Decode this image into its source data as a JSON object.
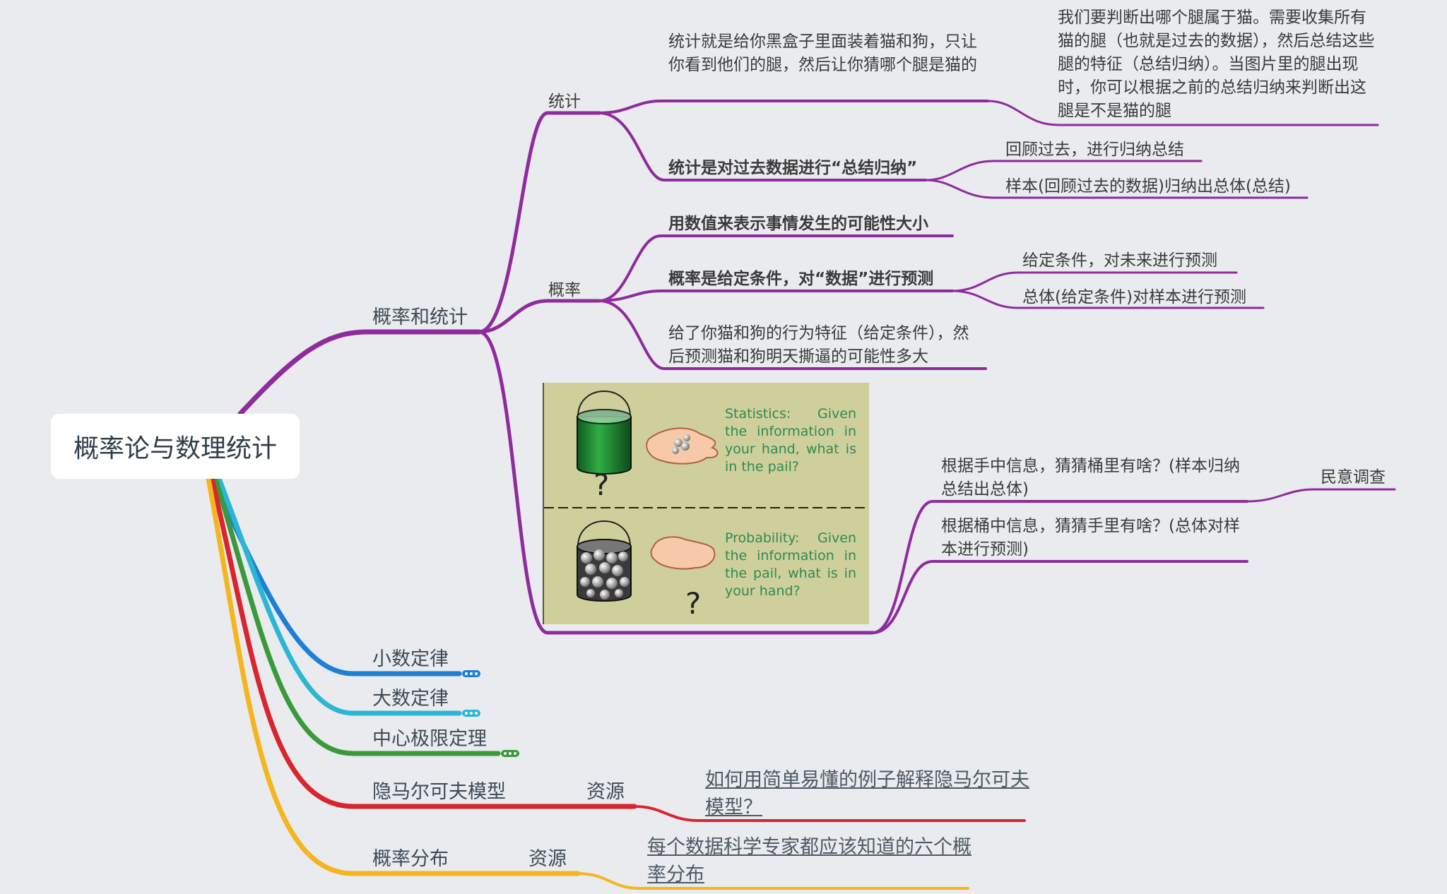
{
  "root": {
    "title": "概率论与数理统计"
  },
  "colors": {
    "purple": "#8e2b9d",
    "blue": "#1f7fd5",
    "cyan": "#2bb6d3",
    "green": "#3a9a3a",
    "red": "#d8262f",
    "yellow": "#f4b51f"
  },
  "branches": {
    "prob_stats": {
      "label": "概率和统计",
      "statistics": {
        "label": "统计",
        "desc": "统计就是给你黑盒子里面装着猫和狗，只让你看到他们的腿，然后让你猜哪个腿是猫的",
        "desc_detail": "我们要判断出哪个腿属于猫。需要收集所有猫的腿（也就是过去的数据），然后总结这些腿的特征（总结归纳）。当图片里的腿出现时，你可以根据之前的总结归纳来判断出这腿是不是猫的腿",
        "summary": "统计是对过去数据进行“总结归纳”",
        "summary_children": [
          "回顾过去，进行归纳总结",
          "样本(回顾过去的数据)归纳出总体(总结)"
        ]
      },
      "probability": {
        "label": "概率",
        "def": "用数值来表示事情发生的可能性大小",
        "predict": "概率是给定条件，对“数据”进行预测",
        "predict_children": [
          "给定条件，对未来进行预测",
          "总体(给定条件)对样本进行预测"
        ],
        "example": "给了你猫和狗的行为特征（给定条件），然后预测猫和狗明天撕逼的可能性多大"
      },
      "image": {
        "stats_caption": "Statistics: Given the information in your hand, what is in the pail?",
        "prob_caption": "Probability: Given the information in the pail, what is in your hand?",
        "question_mark": "?",
        "children": [
          {
            "text": "根据手中信息，猜猜桶里有啥？(样本归纳总结出总体)",
            "child": "民意调查"
          },
          {
            "text": "根据桶中信息，猜猜手里有啥？(总体对样本进行预测)"
          }
        ]
      }
    },
    "small_numbers": {
      "label": "小数定律"
    },
    "large_numbers": {
      "label": "大数定律"
    },
    "clt": {
      "label": "中心极限定理"
    },
    "hmm": {
      "label": "隐马尔可夫模型",
      "resource_label": "资源",
      "link": "如何用简单易懂的例子解释隐马尔可夫模型？"
    },
    "distribution": {
      "label": "概率分布",
      "resource_label": "资源",
      "link": "每个数据科学专家都应该知道的六个概率分布"
    }
  }
}
